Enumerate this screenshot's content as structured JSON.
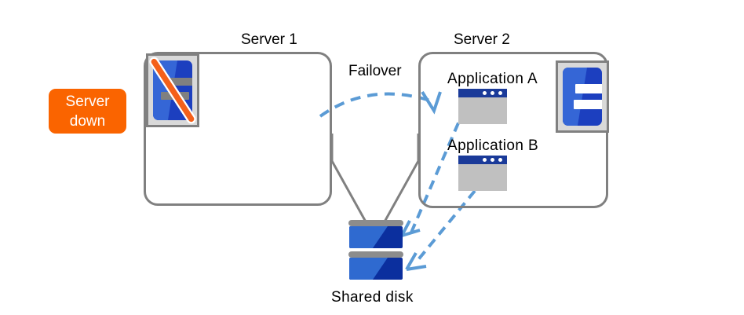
{
  "diagram": {
    "title_server1": "Server 1",
    "title_server2": "Server 2",
    "failover_label": "Failover",
    "shared_disk_label": "Shared disk",
    "badge": {
      "line1": "Server",
      "line2": "down"
    },
    "applications": [
      {
        "label": "Application  A"
      },
      {
        "label": "Application  B"
      }
    ],
    "icons": {
      "server1": "server-tower-down-icon",
      "server2": "server-tower-icon",
      "disk": "shared-disk-icon",
      "app_window": "application-window-icon",
      "failover_arrow": "dashed-curved-arrow-icon",
      "disk_access_arrow": "dashed-arrow-icon",
      "link_line": "connector-line"
    },
    "colors": {
      "badge_background": "#fa6400",
      "badge_text": "#ffffff",
      "box_border": "#808080",
      "arrow_blue": "#5b9bd5",
      "server_blue_light": "#3566d6",
      "server_blue_dark": "#1c3fbf",
      "disk_blue_light": "#2f6ad0",
      "disk_blue_dark": "#0b2f9e",
      "app_titlebar": "#1a3a99",
      "app_body": "#c0c0c0",
      "slash_orange": "#f4601a",
      "text": "#000000",
      "background": "#ffffff"
    }
  }
}
